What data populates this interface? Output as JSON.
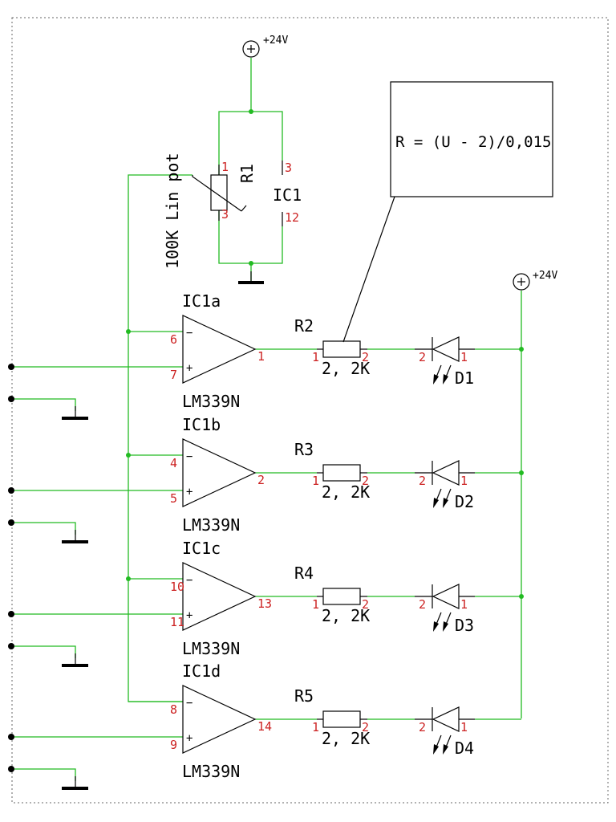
{
  "supply_top": "+24V",
  "supply_right": "+24V",
  "pot": {
    "ref": "R1",
    "value": "100K Lin pot",
    "pins": [
      "1",
      "3"
    ]
  },
  "ic_power": {
    "ref": "IC1",
    "pins": [
      "3",
      "12"
    ]
  },
  "formula": "R = (U - 2)/0,015",
  "channels": [
    {
      "ic": "IC1a",
      "part": "LM339N",
      "inv_pin": "6",
      "noninv_pin": "7",
      "out_pin": "1",
      "resistor": "R2",
      "r_value": "2, 2K",
      "r_pin1": "1",
      "r_pin2": "2",
      "led": "D1",
      "led_pin_a": "2",
      "led_pin_k": "1"
    },
    {
      "ic": "IC1b",
      "part": "LM339N",
      "inv_pin": "4",
      "noninv_pin": "5",
      "out_pin": "2",
      "resistor": "R3",
      "r_value": "2, 2K",
      "r_pin1": "1",
      "r_pin2": "2",
      "led": "D2",
      "led_pin_a": "2",
      "led_pin_k": "1"
    },
    {
      "ic": "IC1c",
      "part": "LM339N",
      "inv_pin": "10",
      "noninv_pin": "11",
      "out_pin": "13",
      "resistor": "R4",
      "r_value": "2, 2K",
      "r_pin1": "1",
      "r_pin2": "2",
      "led": "D3",
      "led_pin_a": "2",
      "led_pin_k": "1"
    },
    {
      "ic": "IC1d",
      "part": "LM339N",
      "inv_pin": "8",
      "noninv_pin": "9",
      "out_pin": "14",
      "resistor": "R5",
      "r_value": "2, 2K",
      "r_pin1": "1",
      "r_pin2": "2",
      "led": "D4",
      "led_pin_a": "2",
      "led_pin_k": "1"
    }
  ],
  "opamp_signs": {
    "minus": "−",
    "plus": "+"
  },
  "colors": {
    "wire": "#22bb22",
    "pin_label": "#cc2222",
    "ink": "#000000"
  }
}
